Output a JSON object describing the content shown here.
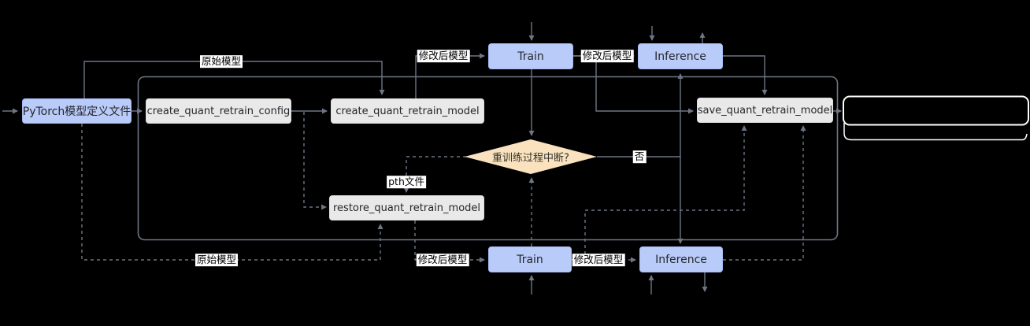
{
  "diagram": {
    "title": "PyTorch quantization retrain flow",
    "nodes": {
      "pytorch": {
        "label": "PyTorch模型定义文件"
      },
      "create_config": {
        "label": "create_quant_retrain_config"
      },
      "create_model": {
        "label": "create_quant_retrain_model"
      },
      "save_model": {
        "label": "save_quant_retrain_model"
      },
      "restore_model": {
        "label": "restore_quant_retrain_model"
      },
      "train_top": {
        "label": "Train"
      },
      "inference_top": {
        "label": "Inference"
      },
      "train_bottom": {
        "label": "Train"
      },
      "inference_bottom": {
        "label": "Inference"
      },
      "decision": {
        "label": "重训练过程中断?"
      },
      "output_box": {
        "label": ""
      }
    },
    "edge_labels": {
      "original_model_top": "原始模型",
      "modified_model_top_left": "修改后模型",
      "modified_model_top_right": "修改后模型",
      "no_branch": "否",
      "pth_file": "pth文件",
      "original_model_bottom": "原始模型",
      "modified_model_bottom_left": "修改后模型",
      "modified_model_bottom_right": "修改后模型"
    },
    "colors": {
      "background": "#000000",
      "process_fill": "#b9cbf8",
      "function_fill": "#e9e9ea",
      "decision_fill": "#f9e2bd",
      "edge_stroke": "#6d7684",
      "label_bg": "#ffffff",
      "output_outline": "#ffffff"
    }
  }
}
